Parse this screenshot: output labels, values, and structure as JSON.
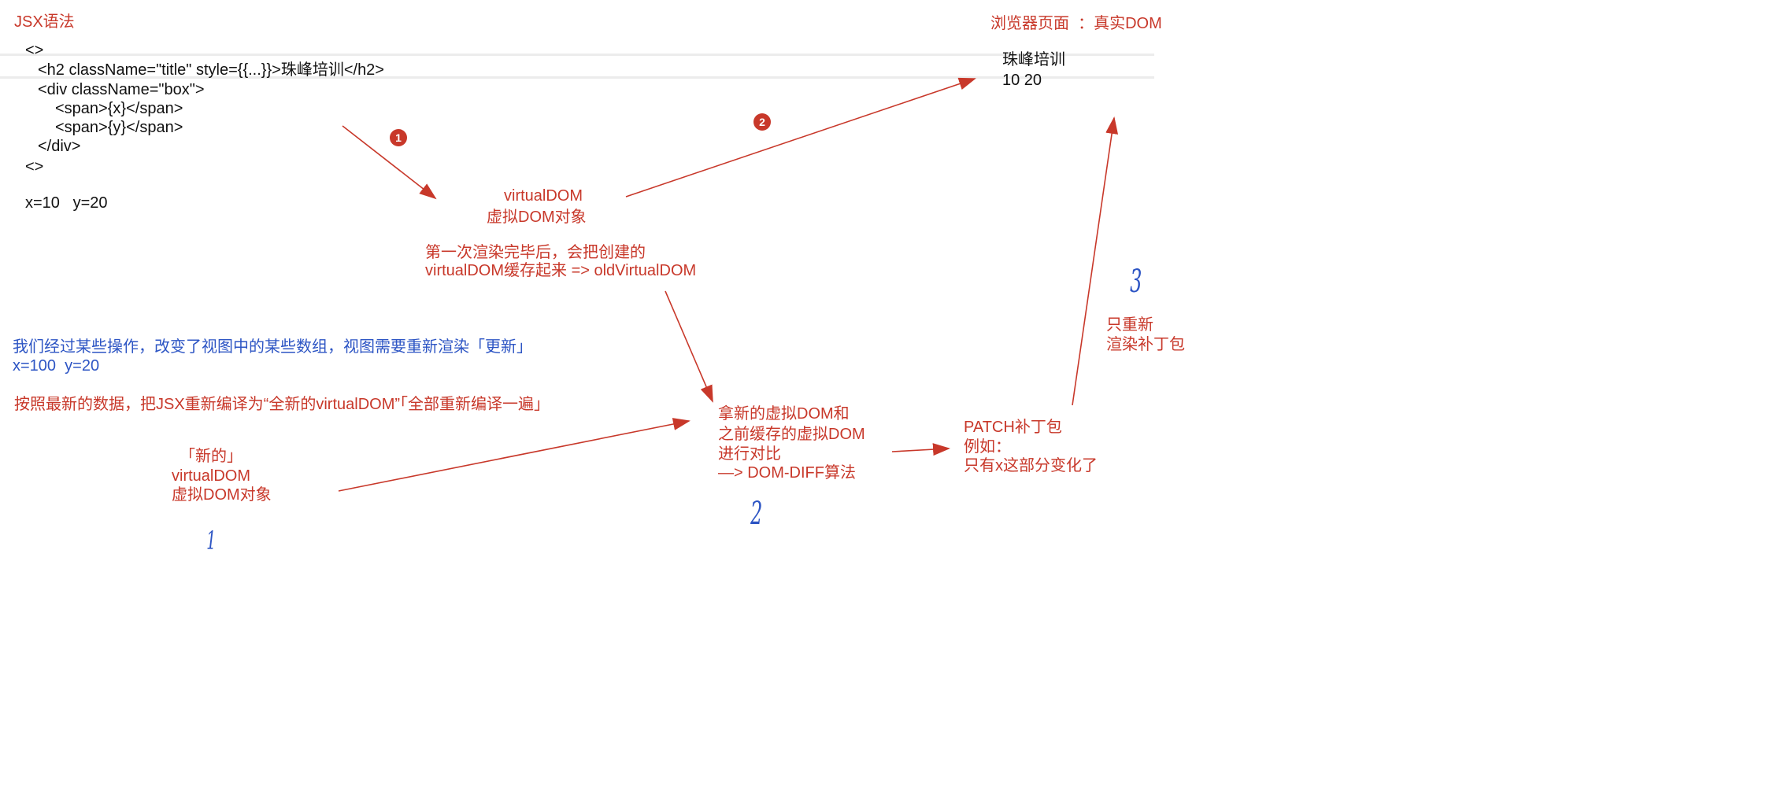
{
  "colors": {
    "annotation": "#c8382a",
    "note": "#2d55c4",
    "code": "#111111"
  },
  "jsx": {
    "title": "JSX语法",
    "code_lines": [
      "<>",
      "<h2 className=\"title\" style={{...}}>珠峰培训</h2>",
      "<div className=\"box\">",
      "<span>{x}</span>",
      "<span>{y}</span>",
      "</div>",
      "<>"
    ],
    "state": "x=10   y=20"
  },
  "browser": {
    "title": "浏览器页面  ：真实DOM",
    "lines": [
      "珠峰培训",
      "10 20"
    ]
  },
  "steps": {
    "badge1": "1",
    "badge2": "2"
  },
  "vdom": {
    "lines": [
      "virtualDOM",
      "虚拟DOM对象"
    ]
  },
  "cache_note": {
    "lines": [
      "第一次渲染完毕后，会把创建的",
      "virtualDOM缓存起来 => oldVirtualDOM"
    ]
  },
  "update_note": {
    "lines": [
      "我们经过某些操作，改变了视图中的某些数组，视图需要重新渲染「更新」",
      "x=100  y=20"
    ]
  },
  "recompile_note": "按照最新的数据，把JSX重新编译为“全新的virtualDOM”「全部重新编译一遍」",
  "new_vdom": {
    "lines": [
      "「新的」",
      "virtualDOM",
      "虚拟DOM对象"
    ]
  },
  "diff": {
    "lines": [
      "拿新的虚拟DOM和",
      "之前缓存的虚拟DOM",
      "进行对比",
      "—> DOM-DIFF算法"
    ]
  },
  "patch": {
    "lines": [
      "PATCH补丁包",
      "例如：",
      "只有x这部分变化了"
    ]
  },
  "rerender": {
    "lines": [
      "只重新",
      "渲染补丁包"
    ]
  },
  "handwritten": {
    "one": "1",
    "two": "2",
    "three": "3"
  }
}
